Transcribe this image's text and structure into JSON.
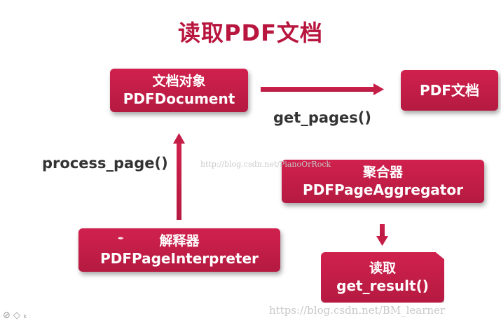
{
  "title": "读取PDF文档",
  "nodes": {
    "document": {
      "line1": "文档对象",
      "line2": "PDFDocument"
    },
    "pdf_file": {
      "line1": "PDF文档"
    },
    "aggregator": {
      "line1": "聚合器",
      "line2": "PDFPageAggregator"
    },
    "interpreter": {
      "line1": "解释器",
      "line2": "PDFPageInterpreter"
    },
    "result": {
      "line1": "读取",
      "line2": "get_result()"
    }
  },
  "edges": {
    "get_pages": "get_pages()",
    "process_page": "process_page()"
  },
  "watermarks": {
    "middle": "http://blog.csdn.net/PianoOrRock",
    "bottom": "https://blog.csdn.net/BM_learner"
  },
  "colors": {
    "node_fill": "#c41e47",
    "title": "#b8163f",
    "arrow": "#c41e47"
  },
  "icons": [
    "pen-icon",
    "pointer-tool-icon",
    "eraser-tool-icon",
    "k-tool-icon"
  ]
}
